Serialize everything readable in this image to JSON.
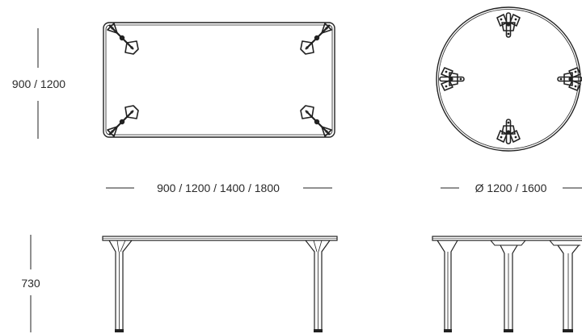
{
  "labels": {
    "rect_depth": "900 / 1200",
    "rect_length": "900 / 1200 / 1400 / 1800",
    "round_diameter": "Ø 1200 / 1600",
    "height": "730"
  },
  "colors": {
    "line": "#222222",
    "background": "#ffffff"
  }
}
